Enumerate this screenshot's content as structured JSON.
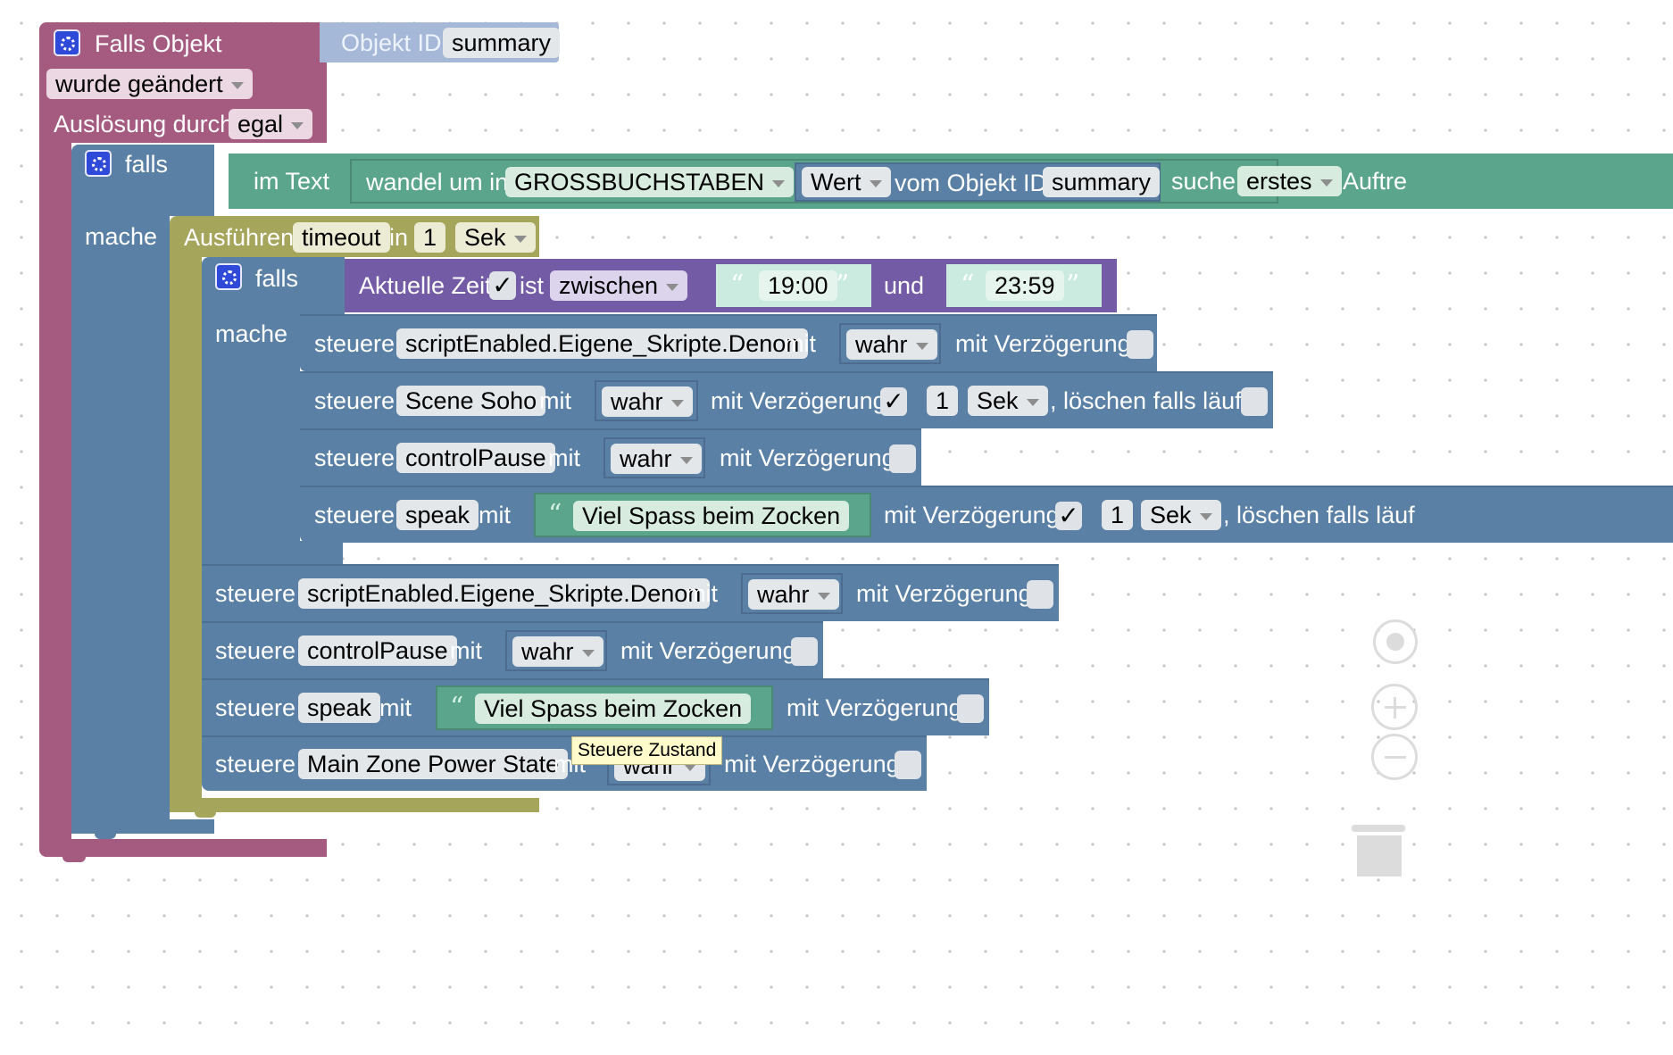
{
  "event": {
    "title": "Falls Objekt",
    "object_id_label": "Objekt ID",
    "object_id_value": "summary",
    "trigger_mode": "wurde geändert",
    "trigger_by_label": "Auslösung durch",
    "trigger_by_value": "egal"
  },
  "outer_if": {
    "if_label": "falls",
    "do_label": "mache",
    "condition": {
      "in_text_label": "im Text",
      "convert_label": "wandel um in",
      "convert_value": "GROSSBUCHSTABEN",
      "value_label": "Wert",
      "from_object_label": "vom Objekt ID",
      "object_id": "summary",
      "find_label": "suche",
      "find_value": "erstes",
      "occurrence_label": "Auftre"
    }
  },
  "timeout": {
    "label": "Ausführen",
    "var_name": "timeout",
    "in_label": "in",
    "delay": "1",
    "unit": "Sek"
  },
  "inner_if": {
    "if_label": "falls",
    "do_label": "mache",
    "time_label": "Aktuelle Zeit",
    "check": "✓",
    "is_label": "ist",
    "compare": "zwischen",
    "from_time": "19:00",
    "and_label": "und",
    "to_time": "23:59"
  },
  "labels": {
    "control": "steuere",
    "with": "mit",
    "delay": "mit Verzögerung",
    "clear_running": ", löschen falls läuft",
    "clear_running_cut": ", löschen falls läuf",
    "unit": "Sek",
    "one": "1",
    "check": "✓",
    "true": "wahr",
    "quote_open": "“",
    "quote_close": "”"
  },
  "inner_statements": [
    {
      "object": "scriptEnabled.Eigene_Skripte.Denon",
      "value": "wahr"
    },
    {
      "object": "Scene Soho",
      "value": "wahr"
    },
    {
      "object": "controlPause",
      "value": "wahr"
    },
    {
      "object": "speak",
      "text": "Viel Spass beim Zocken"
    }
  ],
  "outer_statements": [
    {
      "object": "scriptEnabled.Eigene_Skripte.Denon",
      "value": "wahr"
    },
    {
      "object": "controlPause",
      "value": "wahr"
    },
    {
      "object": "speak",
      "text": "Viel Spass beim Zocken"
    },
    {
      "object": "Main Zone Power State",
      "value": "wahr"
    }
  ],
  "tooltip": "Steuere Zustand",
  "colors": {
    "event_block": "#a55b80",
    "control_block": "#5b80a5",
    "timeout_block": "#a5a55b",
    "text_block": "#5ba58c",
    "time_block": "#745ba5",
    "object_id_block": "#a5b8d8"
  }
}
